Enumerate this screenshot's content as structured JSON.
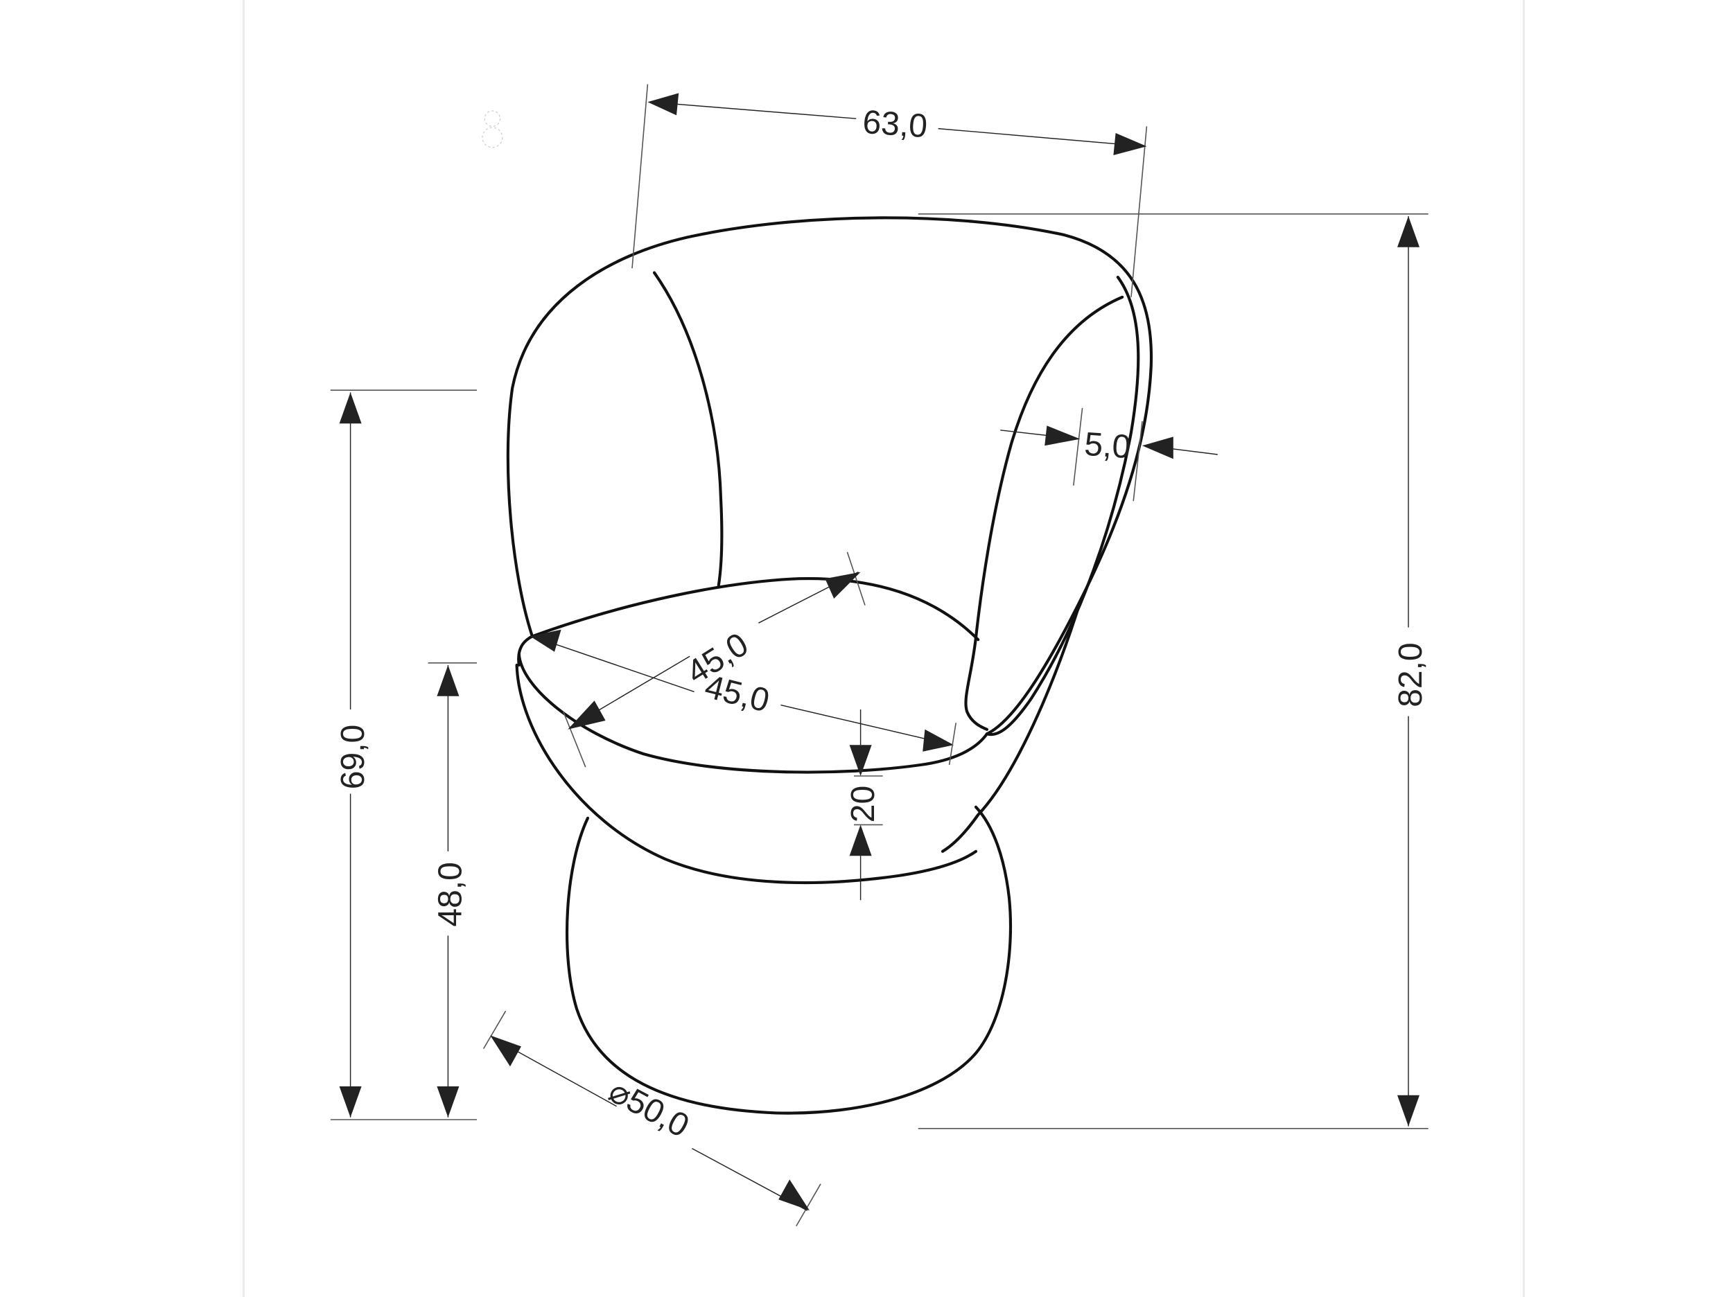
{
  "diagram": {
    "subject": "Swivel armchair dimension drawing",
    "units": "cm",
    "colors": {
      "outline": "#111111",
      "dimension_line": "#222222",
      "background": "#ffffff",
      "page_border": "#ececec"
    },
    "dimensions": {
      "overall_width": "63,0",
      "backrest_thickness": "5,0",
      "seat_depth": "45,0",
      "seat_width": "45,0",
      "seat_cushion_thickness": "20",
      "armrest_height": "69,0",
      "seat_height": "48,0",
      "overall_height": "82,0",
      "base_diameter": "⌀50,0"
    }
  }
}
